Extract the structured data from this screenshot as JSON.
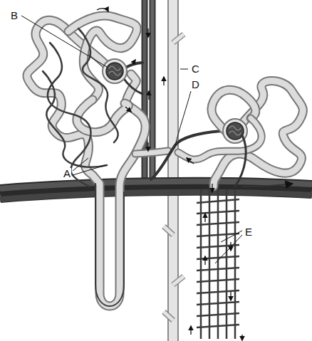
{
  "diagram": {
    "labels": [
      "B",
      "C",
      "D",
      "A",
      "E"
    ]
  }
}
